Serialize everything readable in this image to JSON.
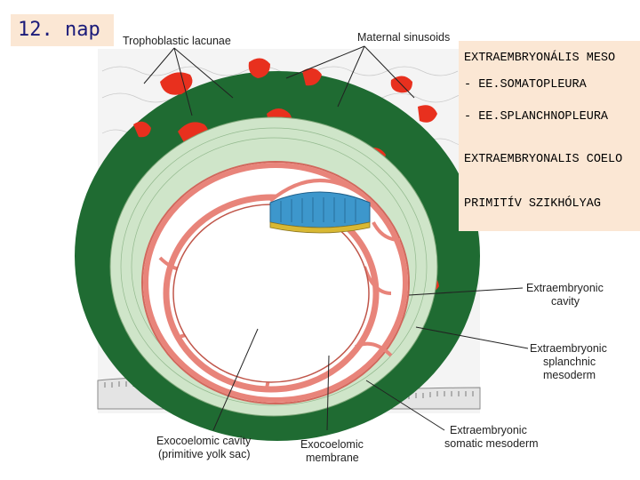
{
  "slide_title": "12. nap",
  "diagram_labels": {
    "trophoblastic_lacunae": "Trophoblastic lacunae",
    "maternal_sinusoids": "Maternal sinusoids",
    "extraembryonic_cavity": [
      "Extraembryonic",
      "cavity"
    ],
    "extraembryonic_splanchnic_mesoderm": [
      "Extraembryonic",
      "splanchnic",
      "mesoderm"
    ],
    "extraembryonic_somatic_mesoderm": [
      "Extraembryonic",
      "somatic mesoderm"
    ],
    "exocoelomic_cavity": [
      "Exocoelomic cavity",
      "(primitive yolk sac)"
    ],
    "exocoelomic_membrane": [
      "Exocoelomic",
      "membrane"
    ]
  },
  "text_box": {
    "lines": [
      "EXTRAEMBRYONÁLIS MESO",
      "- EE.SOMATOPLEURA",
      "- EE.SPLANCHNOPLEURA",
      "EXTRAEMBRYONALIS COELO",
      "PRIMITÍV SZIKHÓLYAG"
    ]
  },
  "colors": {
    "slide_background": "#ffffff",
    "title_box": "#fbe7d4",
    "title_text": "#1b1b7a",
    "text_box": "#fbe7d4",
    "trophoblast_dark_green": "#1f6b32",
    "cytotrophoblast_light_green": "#cfe5c9",
    "lacunae_red": "#e8301e",
    "mesoderm_salmon": "#e8847a",
    "epiblast_blue": "#3d97cc",
    "hypoblast_yellow": "#d8b833"
  }
}
